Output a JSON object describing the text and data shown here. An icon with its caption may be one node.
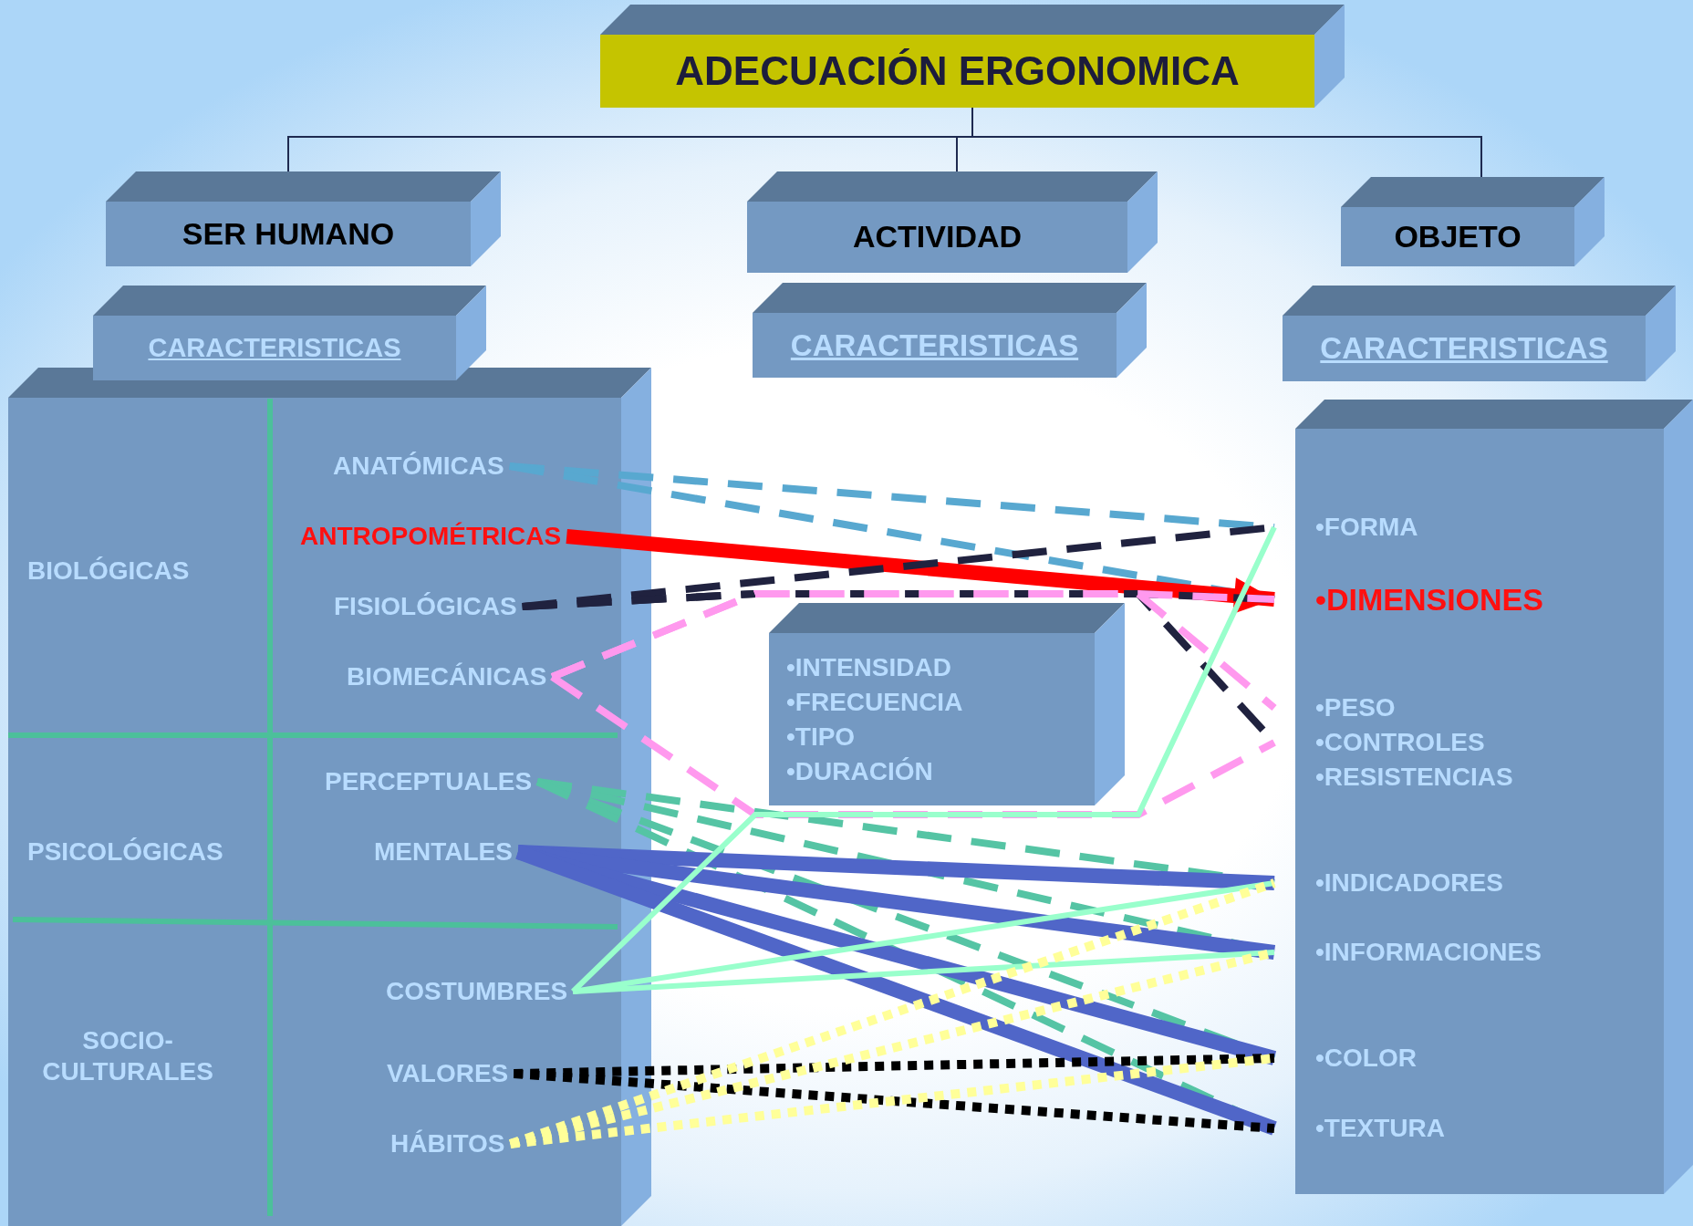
{
  "diagram": {
    "nodes": [
      {
        "text": [
          "ADECUACIÓN ERGONOMICA"
        ]
      },
      {
        "text": [
          "SER HUMANO"
        ]
      },
      {
        "text": [
          "ACTIVIDAD"
        ]
      },
      {
        "text": [
          "OBJETO"
        ]
      },
      {
        "text": [
          "CARACTERISTICAS"
        ]
      },
      {
        "text": [
          "CARACTERISTICAS"
        ]
      },
      {
        "text": [
          "CARACTERISTICAS"
        ]
      },
      {
        "text": [],
        "shape": "box"
      },
      {
        "text": [
          "BIOLÓGICAS"
        ],
        "in": 7
      },
      {
        "text": [
          "ANATÓMICAS"
        ],
        "in": 7
      },
      {
        "text": [
          "ANTROPOMÉTRICAS"
        ],
        "in": 7
      },
      {
        "text": [
          "FISIOLÓGICAS"
        ],
        "in": 7
      },
      {
        "text": [
          "BIOMECÁNICAS"
        ],
        "in": 7
      },
      {
        "text": [
          "PSICOLÓGICAS"
        ],
        "in": 7
      },
      {
        "text": [
          "PERCEPTUALES"
        ],
        "in": 7
      },
      {
        "text": [
          "MENTALES"
        ],
        "in": 7
      },
      {
        "text": [
          "SOCIO-CULTURALES"
        ],
        "in": 7
      },
      {
        "text": [
          "COSTUMBRES"
        ],
        "in": 7
      },
      {
        "text": [
          "VALORES"
        ],
        "in": 7
      },
      {
        "text": [
          "HÁBITOS"
        ],
        "in": 7
      },
      {
        "text": [
          "•INTENSIDAD",
          "•FRECUENCIA",
          "•TIPO",
          "•DURACIÓN"
        ]
      },
      {
        "text": [],
        "shape": "box"
      },
      {
        "text": [
          "•FORMA"
        ],
        "in": 21
      },
      {
        "text": [
          "•DIMENSIONES"
        ],
        "in": 21
      },
      {
        "text": [
          "•PESO"
        ],
        "in": 21
      },
      {
        "text": [
          "•CONTROLES"
        ],
        "in": 21
      },
      {
        "text": [
          "•RESISTENCIAS"
        ],
        "in": 21
      },
      {
        "text": [
          "•INDICADORES"
        ],
        "in": 21
      },
      {
        "text": [
          "•INFORMACIONES"
        ],
        "in": 21
      },
      {
        "text": [
          "•COLOR"
        ],
        "in": 21
      },
      {
        "text": [
          "•TEXTURA"
        ],
        "in": 21
      }
    ],
    "edges": [
      {
        "from": 0,
        "to": 1,
        "arrow": "none",
        "color": "#1e2a50"
      },
      {
        "from": 0,
        "to": 2,
        "arrow": "none",
        "color": "#1e2a50"
      },
      {
        "from": 0,
        "to": 3,
        "arrow": "none",
        "color": "#1e2a50"
      },
      {
        "from": 9,
        "to": 22,
        "arrow": "none",
        "style": "dashed",
        "color": "#58a8d0"
      },
      {
        "from": 9,
        "to": 23,
        "arrow": "none",
        "style": "dashed",
        "color": "#58a8d0"
      },
      {
        "from": 10,
        "to": 23,
        "arrow": "to",
        "style": "thick",
        "color": "#ff0000"
      },
      {
        "from": 11,
        "to": 22,
        "arrow": "none",
        "style": "dashed",
        "color": "#20223f"
      },
      {
        "from": 11,
        "to": 23,
        "arrow": "none",
        "style": "dashed",
        "color": "#20223f"
      },
      {
        "from": 11,
        "to": 25,
        "arrow": "none",
        "style": "dashed",
        "color": "#20223f"
      },
      {
        "from": 12,
        "to": 23,
        "arrow": "none",
        "style": "dashed",
        "color": "#ff99ee"
      },
      {
        "from": 12,
        "to": 24,
        "arrow": "none",
        "style": "dashed",
        "color": "#ff99ee"
      },
      {
        "from": 12,
        "to": 25,
        "arrow": "none",
        "style": "dashed",
        "color": "#ff99ee"
      },
      {
        "from": 14,
        "to": 27,
        "arrow": "none",
        "style": "dashed",
        "color": "#55c4a4"
      },
      {
        "from": 14,
        "to": 28,
        "arrow": "none",
        "style": "dashed",
        "color": "#55c4a4"
      },
      {
        "from": 14,
        "to": 29,
        "arrow": "none",
        "style": "dashed",
        "color": "#55c4a4"
      },
      {
        "from": 14,
        "to": 30,
        "arrow": "none",
        "style": "dashed",
        "color": "#55c4a4"
      },
      {
        "from": 15,
        "to": 27,
        "arrow": "none",
        "style": "thick",
        "color": "#5066c8"
      },
      {
        "from": 15,
        "to": 28,
        "arrow": "none",
        "style": "thick",
        "color": "#5066c8"
      },
      {
        "from": 15,
        "to": 29,
        "arrow": "none",
        "style": "thick",
        "color": "#5066c8"
      },
      {
        "from": 15,
        "to": 30,
        "arrow": "none",
        "style": "thick",
        "color": "#5066c8"
      },
      {
        "from": 17,
        "to": 22,
        "arrow": "none",
        "color": "#99ffcc"
      },
      {
        "from": 17,
        "to": 27,
        "arrow": "none",
        "color": "#99ffcc"
      },
      {
        "from": 17,
        "to": 28,
        "arrow": "none",
        "color": "#99ffcc"
      },
      {
        "from": 18,
        "to": 29,
        "arrow": "none",
        "style": "dashed",
        "color": "#000000"
      },
      {
        "from": 18,
        "to": 30,
        "arrow": "none",
        "style": "dashed",
        "color": "#000000"
      },
      {
        "from": 19,
        "to": 27,
        "arrow": "none",
        "style": "dashed",
        "color": "#ffff99"
      },
      {
        "from": 19,
        "to": 28,
        "arrow": "none",
        "style": "dashed",
        "color": "#ffff99"
      },
      {
        "from": 19,
        "to": 29,
        "arrow": "none",
        "style": "dashed",
        "color": "#ffff99"
      }
    ]
  }
}
